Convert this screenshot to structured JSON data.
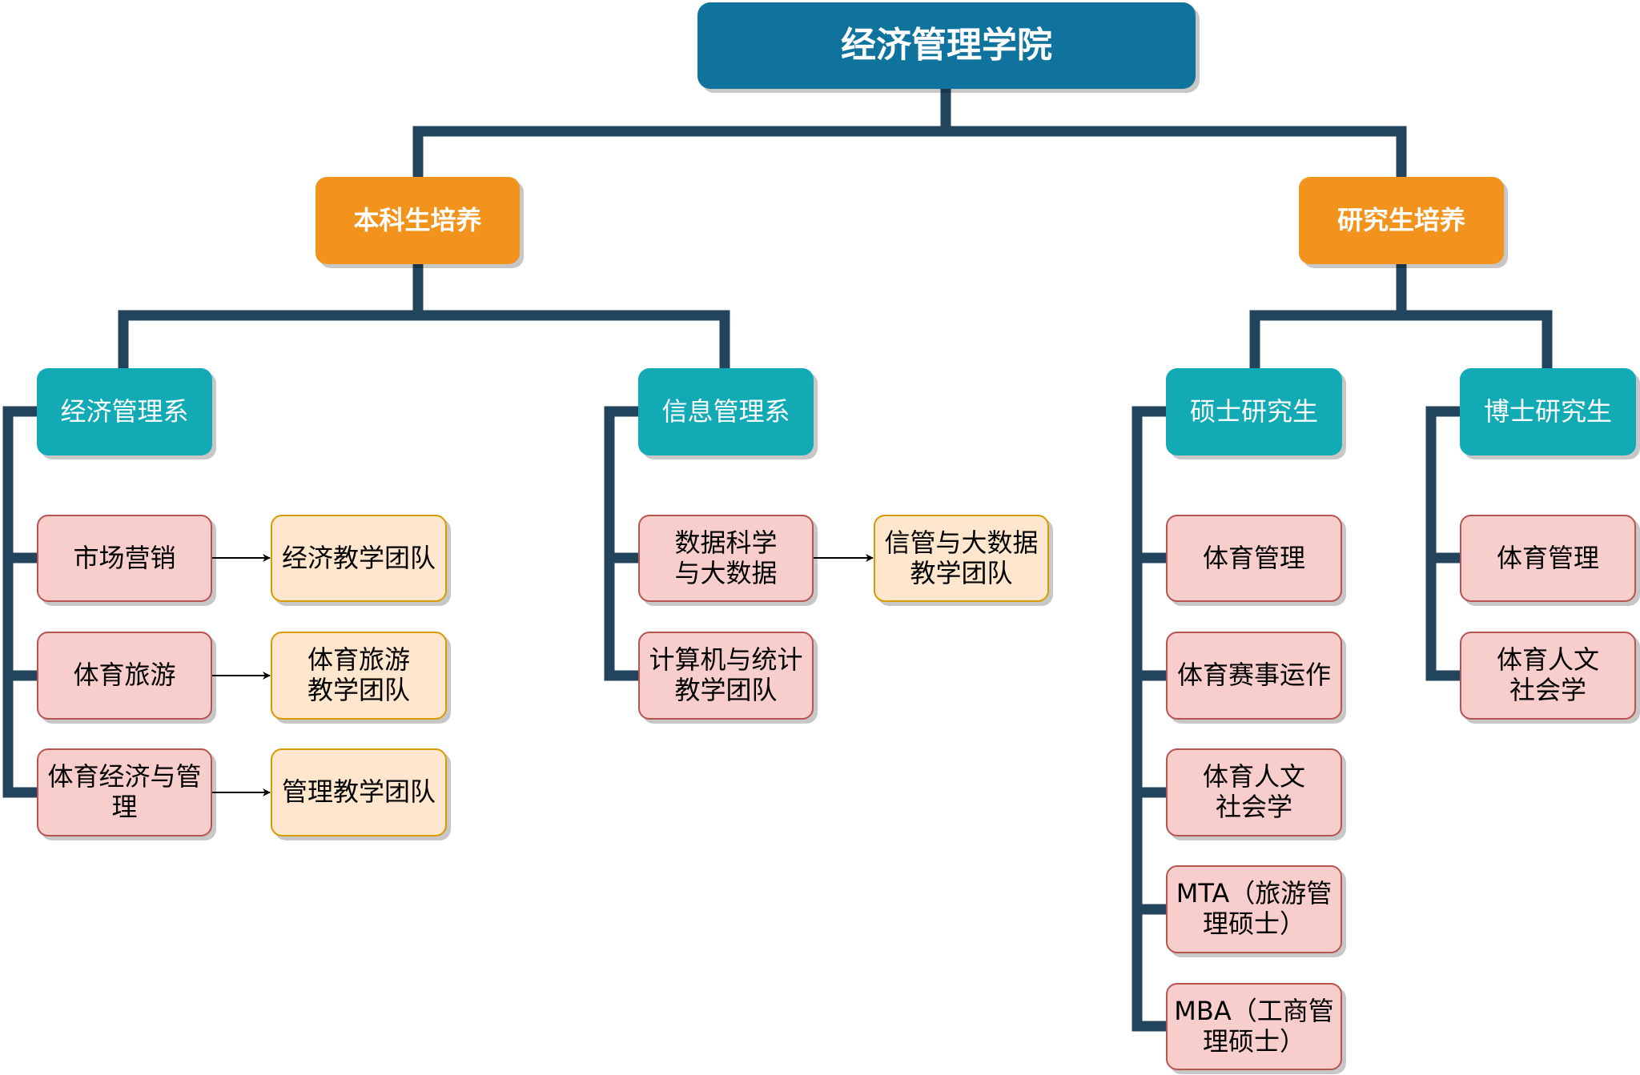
{
  "colors": {
    "root": "#10739e",
    "level1": "#f2931e",
    "level2": "#12aab5",
    "leaf_fill": "#f8cecc",
    "leaf_border": "#b85450",
    "team_fill": "#ffe6cc",
    "team_border": "#d79b00",
    "connector": "#23445d",
    "arrow": "#000000"
  },
  "root": {
    "label": "经济管理学院"
  },
  "undergrad": {
    "label": "本科生培养",
    "departments": [
      {
        "label": "经济管理系",
        "majors": [
          {
            "label": "市场营销",
            "team": "经济教学团队"
          },
          {
            "label": "体育旅游",
            "team": "体育旅游\n教学团队"
          },
          {
            "label": "体育经济与管\n理",
            "team": "管理教学团队"
          }
        ]
      },
      {
        "label": "信息管理系",
        "majors": [
          {
            "label": "数据科学\n与大数据",
            "team": "信管与大数据\n教学团队"
          },
          {
            "label": "计算机与统计\n教学团队",
            "team": null
          }
        ]
      }
    ]
  },
  "graduate": {
    "label": "研究生培养",
    "programs": [
      {
        "label": "硕士研究生",
        "majors": [
          {
            "label": "体育管理"
          },
          {
            "label": "体育赛事运作"
          },
          {
            "label": "体育人文\n社会学"
          },
          {
            "label": "MTA（旅游管\n理硕士）"
          },
          {
            "label": "MBA（工商管\n理硕士）"
          }
        ]
      },
      {
        "label": "博士研究生",
        "majors": [
          {
            "label": "体育管理"
          },
          {
            "label": "体育人文\n社会学"
          }
        ]
      }
    ]
  }
}
